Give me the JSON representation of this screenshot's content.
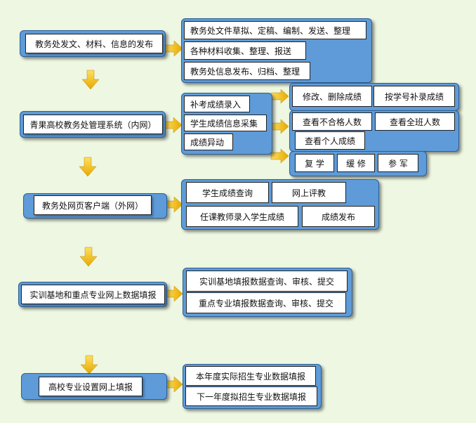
{
  "sections": [
    {
      "main": "教务处发文、材料、信息的发布",
      "items": [
        "教务处文件草拟、定稿、编制、发送、整理",
        "各种材料收集、整理、报送",
        "教务处信息发布、归档、整理"
      ]
    },
    {
      "main": "青果高校教务处管理系统（内网）",
      "items": [
        "补考成绩录入",
        "学生成绩信息采集",
        "成绩异动"
      ],
      "sub_groups": [
        [
          "修改、删除成绩",
          "按学号补录成绩"
        ],
        [
          "查看不合格人数",
          "查看全班人数",
          "查看个人成绩"
        ],
        [
          "复 学",
          "缓 修",
          "参 军"
        ]
      ]
    },
    {
      "main": "教务处网页客户端（外网）",
      "items": [
        "学生成绩查询",
        "网上评教",
        "任课教师录入学生成绩",
        "成绩发布"
      ]
    },
    {
      "main": "实训基地和重点专业网上数据填报",
      "items": [
        "实训基地填报数据查询、审核、提交",
        "重点专业填报数据查询、审核、提交"
      ]
    },
    {
      "main": "高校专业设置网上填报",
      "items": [
        "本年度实际招生专业数据填报",
        "下一年度拟招生专业数据填报"
      ]
    }
  ],
  "colors": {
    "panel": "#5e9bd8",
    "arrow": "#f5c400",
    "background": "#eef7e2"
  }
}
